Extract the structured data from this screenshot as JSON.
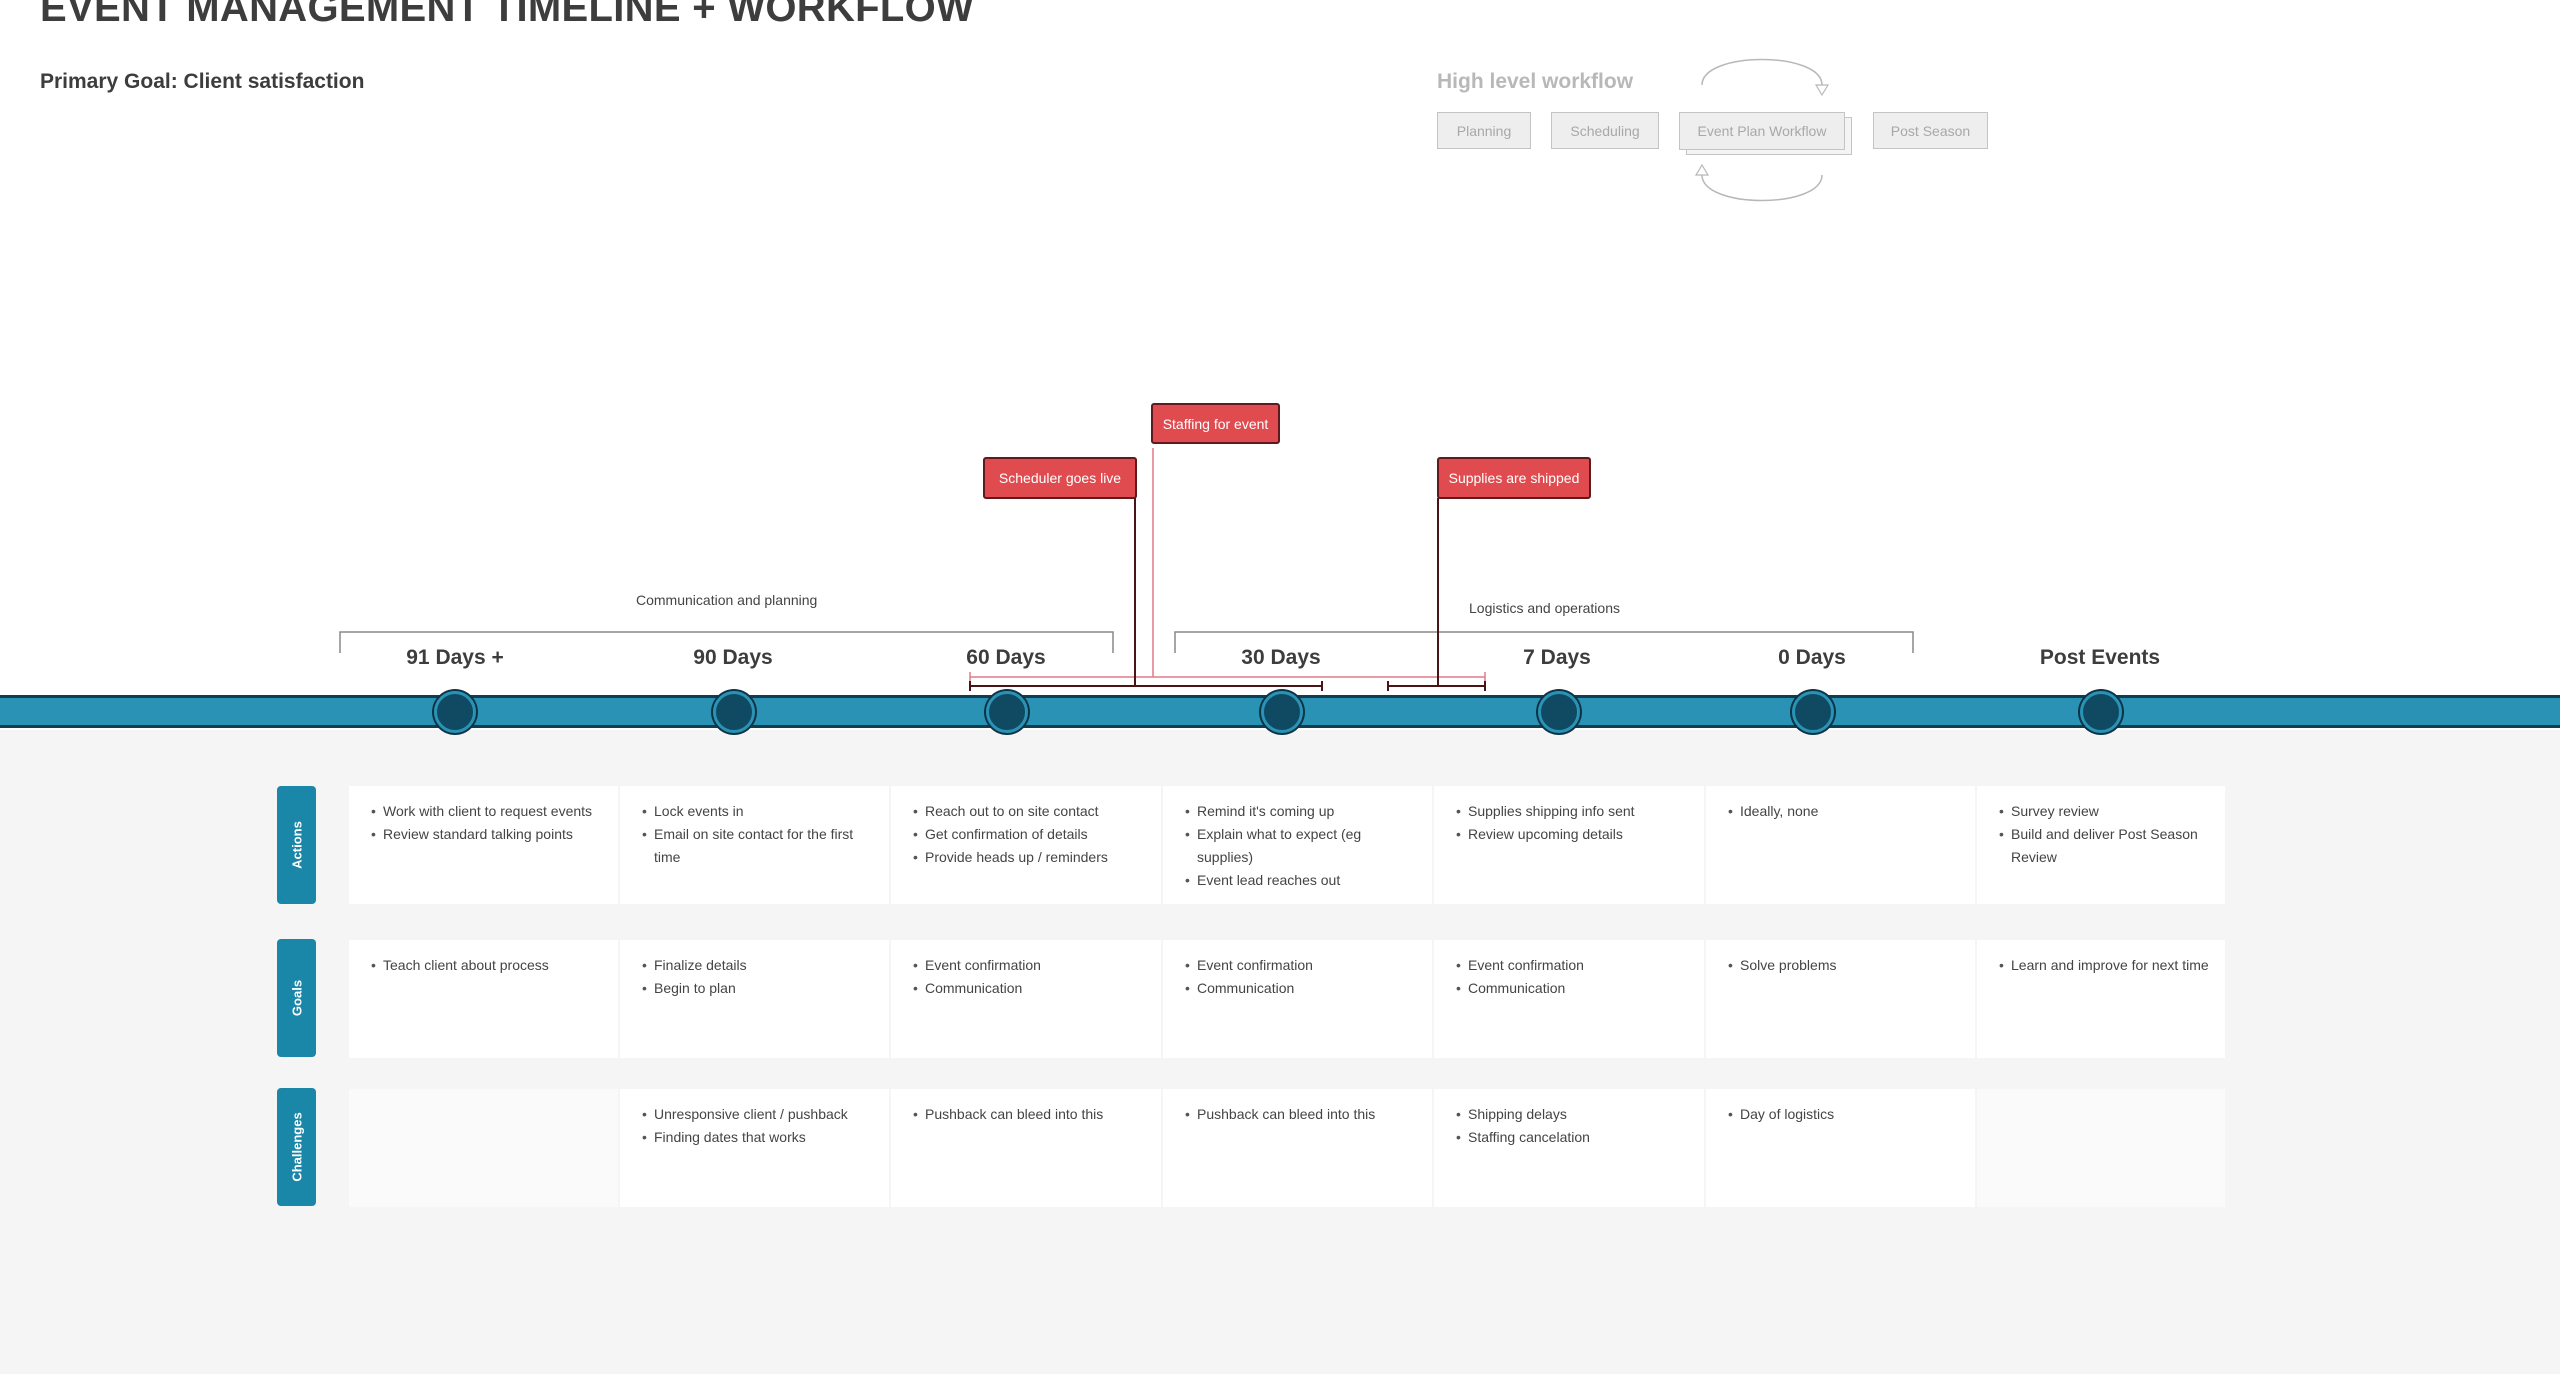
{
  "title": "EVENT MANAGEMENT TIMELINE + WORKFLOW",
  "subtitle": "Primary Goal: Client satisfaction",
  "workflow": {
    "title": "High level workflow",
    "steps": [
      "Planning",
      "Scheduling",
      "Event Plan Workflow",
      "Post Season"
    ]
  },
  "phases": {
    "communication": "Communication and planning",
    "logistics": "Logistics and operations"
  },
  "milestones": {
    "scheduler": "Scheduler goes live",
    "staffing": "Staffing for event",
    "supplies": "Supplies are shipped"
  },
  "periods": [
    "91 Days +",
    "90 Days",
    "60 Days",
    "30 Days",
    "7 Days",
    "0 Days",
    "Post Events"
  ],
  "rows": {
    "actions": {
      "label": "Actions",
      "cells": [
        [
          "Work with client to request events",
          "Review standard talking points"
        ],
        [
          "Lock events in",
          "Email on site contact for the first time"
        ],
        [
          "Reach out to on site contact",
          "Get confirmation of details",
          "Provide heads up / reminders"
        ],
        [
          "Remind it's coming up",
          "Explain what to expect (eg supplies)",
          "Event lead reaches out"
        ],
        [
          "Supplies shipping info sent",
          "Review upcoming details"
        ],
        [
          "Ideally, none"
        ],
        [
          "Survey review",
          "Build and deliver Post Season Review"
        ]
      ]
    },
    "goals": {
      "label": "Goals",
      "cells": [
        [
          "Teach client about process"
        ],
        [
          "Finalize details",
          "Begin to plan"
        ],
        [
          "Event confirmation",
          "Communication"
        ],
        [
          "Event confirmation",
          "Communication"
        ],
        [
          "Event confirmation",
          "Communication"
        ],
        [
          "Solve problems"
        ],
        [
          "Learn and improve for next time"
        ]
      ]
    },
    "challenges": {
      "label": "Challenges",
      "cells": [
        [],
        [
          "Unresponsive client / pushback",
          "Finding dates that works"
        ],
        [
          "Pushback can bleed into this"
        ],
        [
          "Pushback can bleed into this"
        ],
        [
          "Shipping delays",
          "Staffing cancelation"
        ],
        [
          "Day of logistics"
        ],
        []
      ]
    }
  },
  "colors": {
    "band": "#2a93b5",
    "node": "#0f4a62",
    "milestone": "#e04b4f",
    "tab": "#1a87a8"
  }
}
